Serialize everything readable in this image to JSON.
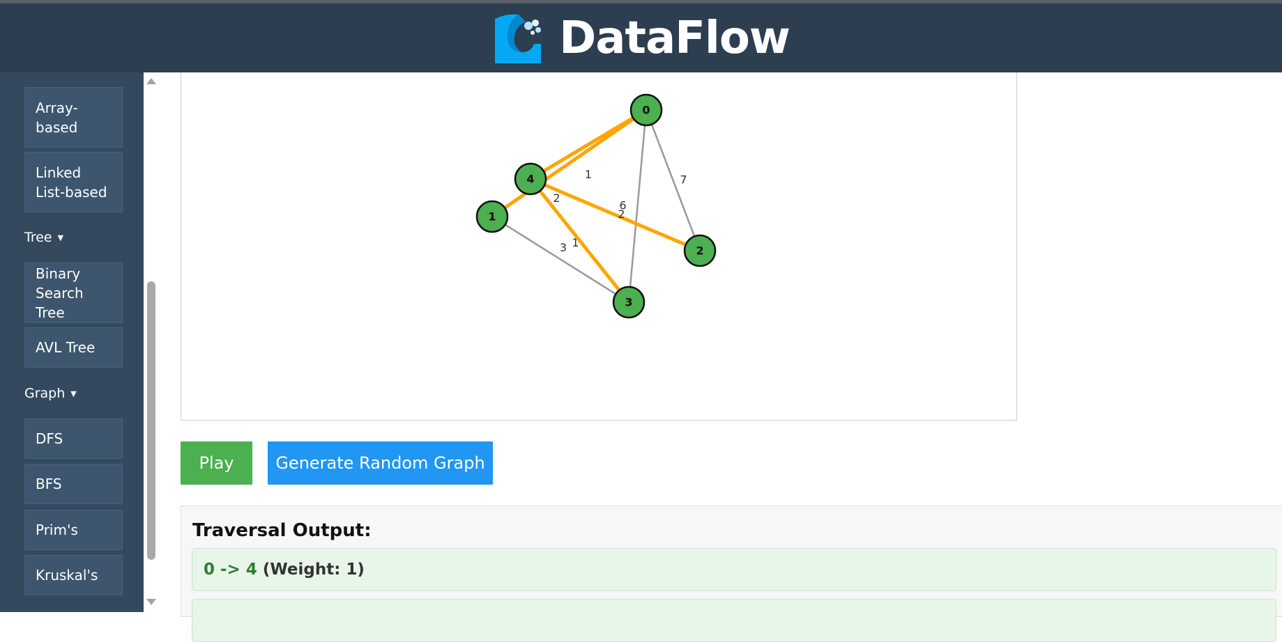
{
  "app": {
    "title": "DataFlow"
  },
  "sidebar": {
    "items": [
      {
        "label": "Array-based",
        "kind": "button"
      },
      {
        "label": "Linked List-based",
        "kind": "button"
      },
      {
        "label": "Tree",
        "kind": "section",
        "caret": "▼"
      },
      {
        "label": "Binary Search Tree",
        "kind": "button"
      },
      {
        "label": "AVL Tree",
        "kind": "button"
      },
      {
        "label": "Graph",
        "kind": "section",
        "caret": "▼"
      },
      {
        "label": "DFS",
        "kind": "button"
      },
      {
        "label": "BFS",
        "kind": "button"
      },
      {
        "label": "Prim's",
        "kind": "button"
      },
      {
        "label": "Kruskal's",
        "kind": "button"
      }
    ]
  },
  "graph": {
    "nodes": [
      {
        "id": "0",
        "label": "0"
      },
      {
        "id": "1",
        "label": "1"
      },
      {
        "id": "2",
        "label": "2"
      },
      {
        "id": "3",
        "label": "3"
      },
      {
        "id": "4",
        "label": "4"
      }
    ],
    "edges": [
      {
        "from": "0",
        "to": "4",
        "weight": "1",
        "highlighted": true
      },
      {
        "from": "0",
        "to": "1",
        "weight": "2",
        "highlighted": true
      },
      {
        "from": "0",
        "to": "2",
        "weight": "7",
        "highlighted": false
      },
      {
        "from": "0",
        "to": "3",
        "weight": "6",
        "highlighted": false
      },
      {
        "from": "4",
        "to": "2",
        "weight": "2",
        "highlighted": true
      },
      {
        "from": "4",
        "to": "3",
        "weight": "1",
        "highlighted": true
      },
      {
        "from": "1",
        "to": "3",
        "weight": "3",
        "highlighted": false
      }
    ],
    "colors": {
      "node_fill": "#4caf50",
      "highlight": "#ffa500",
      "edge": "#999999"
    }
  },
  "controls": {
    "play_label": "Play",
    "generate_label": "Generate Random Graph"
  },
  "output": {
    "title": "Traversal Output:",
    "rows": [
      {
        "edge": "0 -> 4",
        "weight": "(Weight: 1)"
      }
    ]
  },
  "colors": {
    "header_bg": "#2c3e50",
    "sidebar_bg": "#34495e",
    "play": "#4caf50",
    "generate": "#2196f3"
  }
}
